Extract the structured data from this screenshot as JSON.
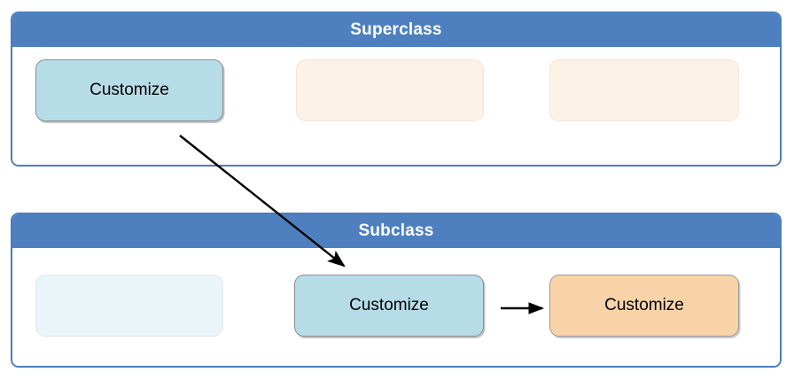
{
  "diagram": {
    "type": "class-inheritance-customization",
    "background": "#ffffff",
    "accent_blue": "#4e80c0",
    "highlight_blue": "#b6dce8",
    "highlight_orange": "#f8d3a7",
    "faded_cream": "#fdf2e6",
    "faded_blue": "#eaf5fa"
  },
  "superclass": {
    "title": "Superclass",
    "members": [
      {
        "label": "Customize",
        "state": "active-blue"
      },
      {
        "label": "",
        "state": "faded-cream"
      },
      {
        "label": "",
        "state": "faded-cream"
      }
    ]
  },
  "subclass": {
    "title": "Subclass",
    "members": [
      {
        "label": "",
        "state": "faded-blue"
      },
      {
        "label": "Customize",
        "state": "active-blue"
      },
      {
        "label": "Customize",
        "state": "active-orange"
      }
    ]
  },
  "connectors": [
    {
      "name": "superclass-to-subclass-inheritance-arrow",
      "from": "superclass.member.0",
      "to": "subclass.member.1",
      "style": "diagonal-solid-arrow",
      "color": "#000000"
    },
    {
      "name": "subclass-override-arrow",
      "from": "subclass.member.1",
      "to": "subclass.member.2",
      "style": "horizontal-solid-arrow",
      "color": "#000000"
    }
  ]
}
